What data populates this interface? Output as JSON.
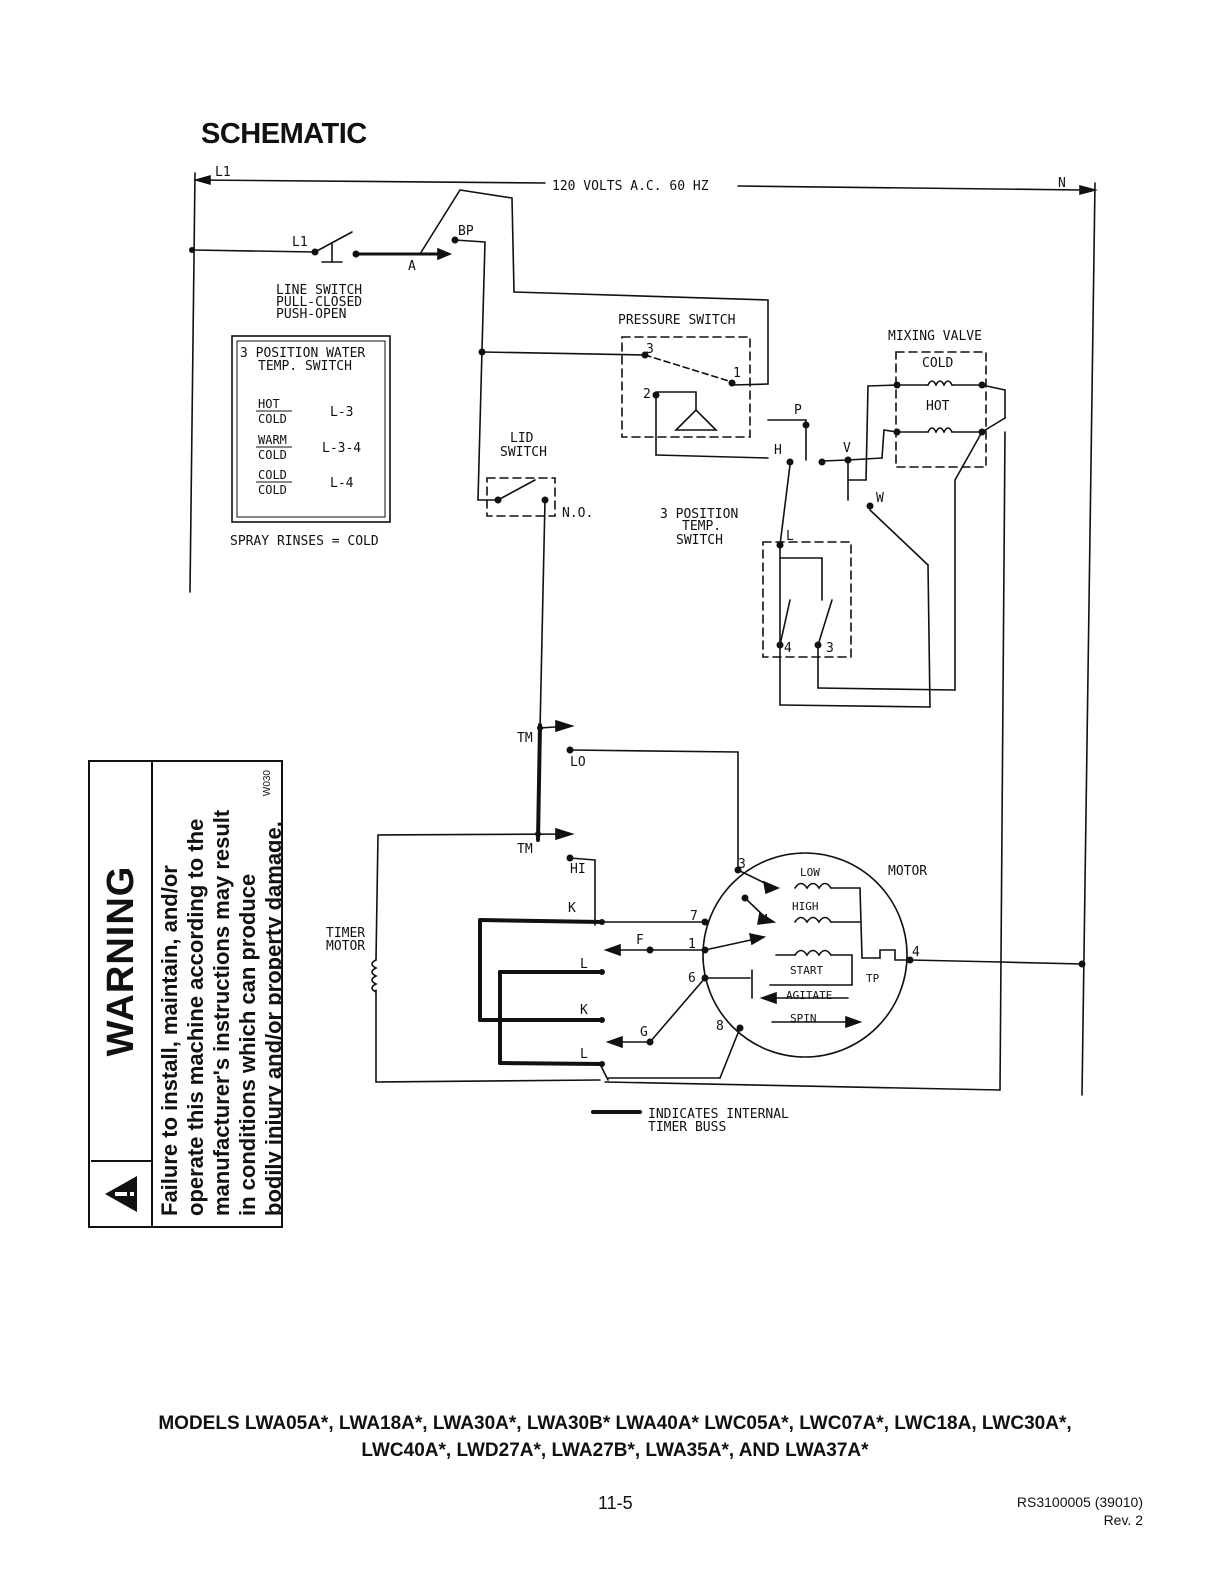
{
  "title": "SCHEMATIC",
  "labels": {
    "l1_top": "L1",
    "supply": "120 VOLTS A.C. 60 HZ",
    "n_top": "N",
    "l1_switch": "L1",
    "a": "A",
    "bp": "BP",
    "line_switch_1": "LINE SWITCH",
    "line_switch_2": "PULL-CLOSED",
    "line_switch_3": "PUSH-OPEN",
    "pressure_switch": "PRESSURE SWITCH",
    "ps_3": "3",
    "ps_2": "2",
    "ps_1": "1",
    "mixing_valve": "MIXING VALVE",
    "mv_cold": "COLD",
    "mv_hot": "HOT",
    "p": "P",
    "h": "H",
    "v": "V",
    "w": "W",
    "lid_switch_1": "LID",
    "lid_switch_2": "SWITCH",
    "no": "N.O.",
    "temp_switch_1": "3 POSITION",
    "temp_switch_2": "TEMP.",
    "temp_switch_3": "SWITCH",
    "ts_l": "L",
    "ts_4": "4",
    "ts_3": "3",
    "tm1": "TM",
    "tm2": "TM",
    "lo": "LO",
    "hi": "HI",
    "k1": "K",
    "f": "F",
    "l_a": "L",
    "k2": "K",
    "g": "G",
    "l_b": "L",
    "timer_motor_1": "TIMER",
    "timer_motor_2": "MOTOR",
    "motor": "MOTOR",
    "m_3": "3",
    "m_4a": "4",
    "m_7": "7",
    "m_1": "1",
    "m_6": "6",
    "m_8": "8",
    "m_4": "4",
    "low": "LOW",
    "high": "HIGH",
    "start": "START",
    "agitate": "AGITATE",
    "spin": "SPIN",
    "tp": "TP",
    "legend_1": "INDICATES INTERNAL",
    "legend_2": "TIMER BUSS"
  },
  "water_temp_switch": {
    "title_1": "3 POSITION WATER",
    "title_2": "TEMP. SWITCH",
    "rows": [
      {
        "top": "HOT",
        "bottom": "COLD",
        "value": "L-3"
      },
      {
        "top": "WARM",
        "bottom": "COLD",
        "value": "L-3-4"
      },
      {
        "top": "COLD",
        "bottom": "COLD",
        "value": "L-4"
      }
    ],
    "note": "SPRAY RINSES = COLD"
  },
  "warning": {
    "title": "WARNING",
    "text": "Failure to install, maintain, and/or operate this machine according to the manufacturer's instructions may result in conditions which can produce bodily injury and/or property damage.",
    "code": "W030"
  },
  "models": {
    "line1": "MODELS LWA05A*, LWA18A*, LWA30A*, LWA30B* LWA40A* LWC05A*, LWC07A*, LWC18A, LWC30A*,",
    "line2": "LWC40A*, LWD27A*, LWA27B*, LWA35A*, AND LWA37A*"
  },
  "footer": {
    "page": "11-5",
    "doc": "RS3100005 (39010)",
    "rev": "Rev. 2"
  }
}
